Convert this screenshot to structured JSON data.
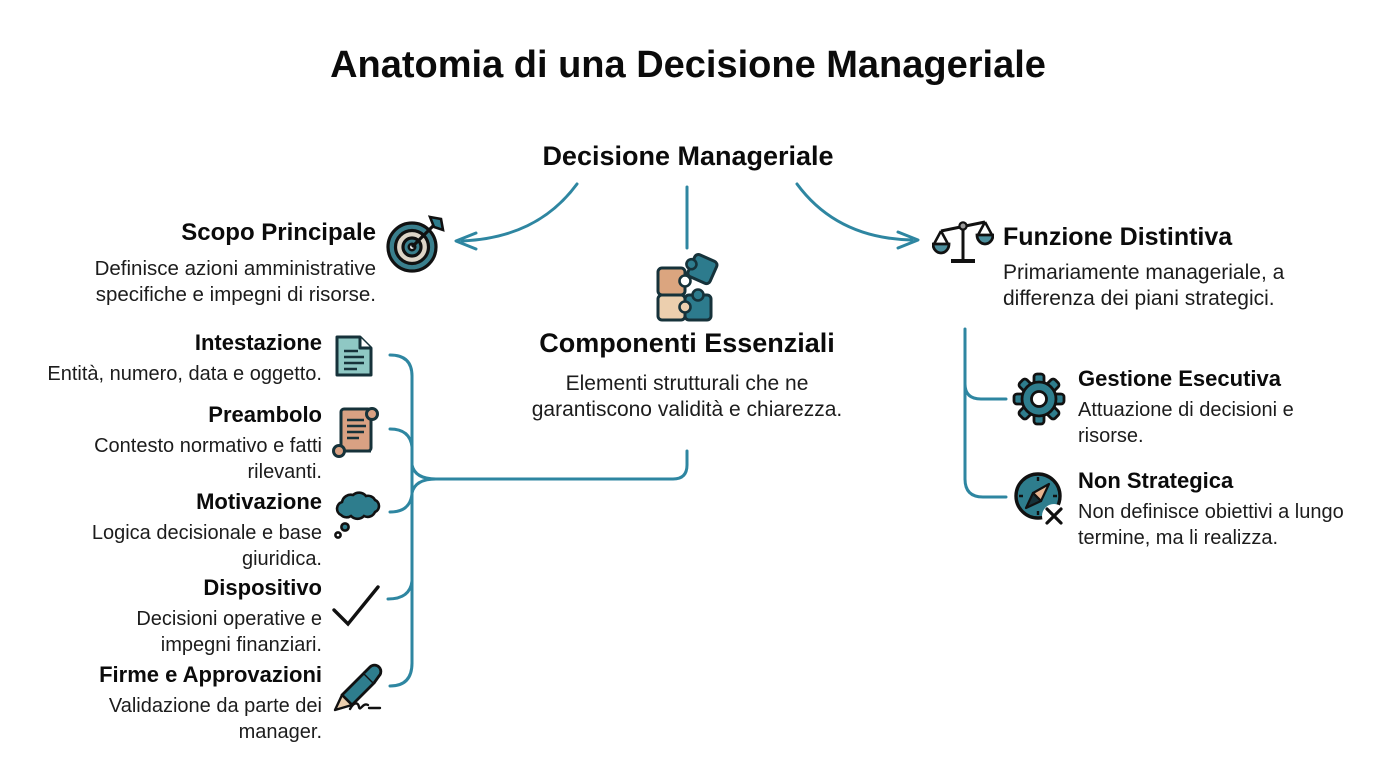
{
  "title": "Anatomia di una Decisione Manageriale",
  "root": {
    "label": "Decisione Manageriale"
  },
  "colors": {
    "connector_teal": "#2e86a1",
    "icon_teal": "#2e7d8d",
    "icon_teal_light": "#8fc8c4",
    "icon_tan": "#d9a183",
    "icon_tan_light": "#eccfae",
    "text_dark": "#111111"
  },
  "branches": {
    "scopo": {
      "title": "Scopo Principale",
      "description": "Definisce azioni amministrative specifiche e impegni di risorse.",
      "icon": "target-icon"
    },
    "componenti": {
      "title": "Componenti Essenziali",
      "description": "Elementi strutturali che ne garantiscono validità e chiarezza.",
      "icon": "puzzle-icon"
    },
    "funzione": {
      "title": "Funzione Distintiva",
      "description": "Primariamente manageriale, a differenza dei piani strategici.",
      "icon": "scales-icon"
    }
  },
  "components": [
    {
      "title": "Intestazione",
      "description": "Entità, numero, data e oggetto.",
      "icon": "document-icon"
    },
    {
      "title": "Preambolo",
      "description": "Contesto normativo e fatti rilevanti.",
      "icon": "scroll-icon"
    },
    {
      "title": "Motivazione",
      "description": "Logica decisionale e base giuridica.",
      "icon": "thought-bubble-icon"
    },
    {
      "title": "Dispositivo",
      "description": "Decisioni operative e impegni finanziari.",
      "icon": "checkmark-icon"
    },
    {
      "title": "Firme e Approvazioni",
      "description": "Validazione da parte dei manager.",
      "icon": "pen-icon"
    }
  ],
  "functions": [
    {
      "title": "Gestione Esecutiva",
      "description": "Attuazione di decisioni e risorse.",
      "icon": "gear-icon"
    },
    {
      "title": "Non Strategica",
      "description": "Non definisce obiettivi a lungo termine, ma li realizza.",
      "icon": "compass-icon"
    }
  ]
}
